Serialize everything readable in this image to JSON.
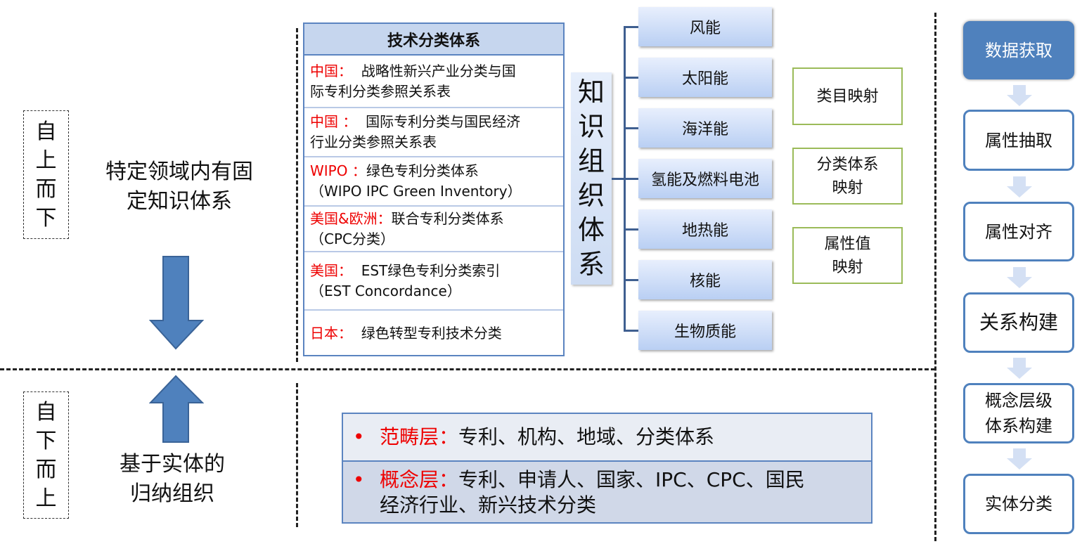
{
  "top_down": {
    "label_chars": [
      "自",
      "上",
      "而",
      "下"
    ],
    "description_lines": [
      "特定领域内有固",
      "定知识体系"
    ]
  },
  "bottom_up": {
    "label_chars": [
      "自",
      "下",
      "而",
      "上"
    ],
    "description_lines": [
      "基于实体的",
      "归纳组织"
    ]
  },
  "tech_table": {
    "title": "技术分类体系",
    "rows": [
      {
        "source": "中国：",
        "lines": [
          "战略性新兴产业分类与国",
          "际专利分类参照关系表"
        ]
      },
      {
        "source": "中国 ：",
        "lines": [
          "国际专利分类与国民经济",
          "行业分类参照关系表"
        ]
      },
      {
        "source": "WIPO ：",
        "lines": [
          "绿色专利分类体系",
          "（WIPO IPC Green Inventory）"
        ]
      },
      {
        "source": "美国&欧洲：",
        "lines": [
          "联合专利分类体系",
          "（CPC分类）"
        ]
      },
      {
        "source": "美国：",
        "lines": [
          "EST绿色专利分类索引",
          "（EST Concordance）"
        ]
      },
      {
        "source": "日本：",
        "lines": [
          "绿色转型专利技术分类"
        ]
      }
    ]
  },
  "knowledge_system": {
    "chars": [
      "知",
      "识",
      "组",
      "织",
      "体",
      "系"
    ]
  },
  "energy_types": [
    "风能",
    "太阳能",
    "海洋能",
    "氢能及燃料电池",
    "地热能",
    "核能",
    "生物质能"
  ],
  "mappings": [
    {
      "lines": [
        "类目映射"
      ]
    },
    {
      "lines": [
        "分类体系",
        "映射"
      ]
    },
    {
      "lines": [
        "属性值",
        "映射"
      ]
    }
  ],
  "flow_steps": [
    {
      "lines": [
        "数据获取"
      ]
    },
    {
      "lines": [
        "属性抽取"
      ]
    },
    {
      "lines": [
        "属性对齐"
      ]
    },
    {
      "lines": [
        "关系构建"
      ]
    },
    {
      "lines": [
        "概念层级",
        "体系构建"
      ]
    },
    {
      "lines": [
        "实体分类"
      ]
    }
  ],
  "layers": [
    {
      "name": "范畴层：",
      "lines": [
        "专利、机构、地域、分类体系"
      ]
    },
    {
      "name": "概念层：",
      "lines": [
        "专利、申请人、国家、IPC、CPC、国民",
        "经济行业、新兴技术分类"
      ]
    }
  ],
  "colors": {
    "accent": "#4f81bd",
    "highlight": "#e00000",
    "mapping_border": "#9bbb59"
  }
}
